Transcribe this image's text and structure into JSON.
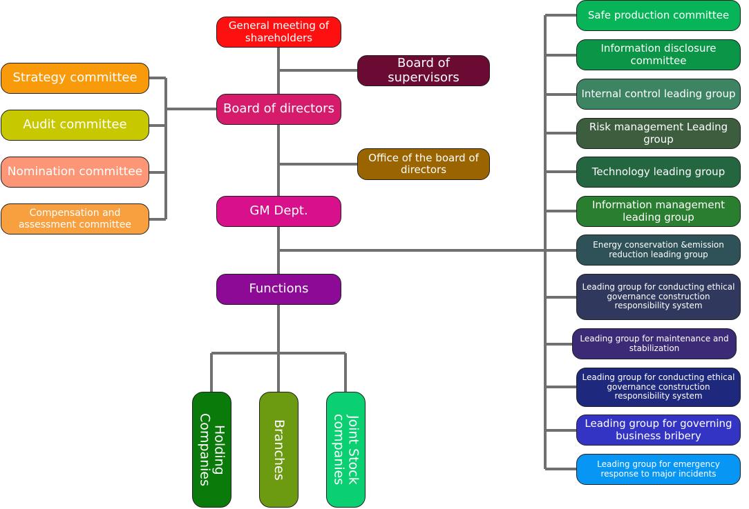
{
  "center_column": {
    "shareholders": "General meeting of shareholders",
    "supervisors": "Board of supervisors",
    "directors": "Board of directors",
    "office": "Office of the board of directors",
    "gm_dept": "GM Dept.",
    "functions": "Functions"
  },
  "left_committees": {
    "strategy": "Strategy committee",
    "audit": "Audit committee",
    "nomination": "Nomination committee",
    "compensation": "Compensation and assessment committee"
  },
  "right_groups": {
    "safe_production": "Safe production committee",
    "info_disclosure": "Information disclosure committee",
    "internal_control": "Internal control leading group",
    "risk_mgmt": "Risk management Leading group",
    "technology": "Technology leading group",
    "info_mgmt": "Information management leading group",
    "energy": "Energy conservation &emission reduction leading group",
    "ethical_1": "Leading group for conducting ethical governance construction responsibility system",
    "maintenance": "Leading group for maintenance and stabilization",
    "ethical_2": "Leading group for conducting ethical governance construction responsibility system",
    "bribery": "Leading group for governing business bribery",
    "emergency": "Leading group for emergency response to major incidents"
  },
  "bottom_units": {
    "holding": "Holding\nCompanies",
    "branches": "Branches",
    "joint_stock": "Joint Stock\ncompanies"
  },
  "colors": {
    "connector": "#707070",
    "shareholders": "#ff1010",
    "supervisors": "#6b0a32",
    "directors": "#d61a6c",
    "office": "#9a6400",
    "gm_dept": "#d8108c",
    "functions": "#8c0a96",
    "strategy": "#f89a0a",
    "audit": "#c8c800",
    "nomination": "#fc9676",
    "compensation": "#f8a040",
    "safe_production": "#08b458",
    "info_disclosure": "#0a9646",
    "internal_control": "#3c8462",
    "risk_mgmt": "#3c5e3e",
    "technology": "#246640",
    "info_mgmt": "#2a7e30",
    "energy": "#2e5258",
    "ethical_1": "#30385e",
    "maintenance": "#3c2a76",
    "ethical_2": "#1e287c",
    "bribery": "#3434c4",
    "emergency": "#0896f4",
    "holding": "#0a7a0a",
    "branches": "#6c9a10",
    "joint_stock": "#0ad072"
  }
}
